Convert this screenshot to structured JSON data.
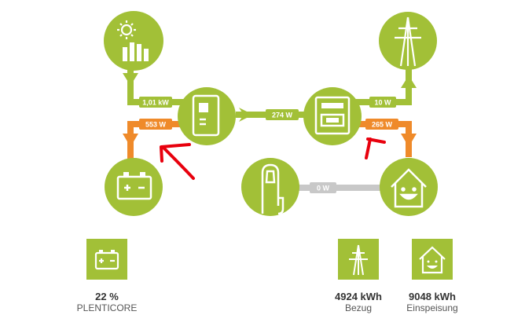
{
  "colors": {
    "green": "#a2c037",
    "orange": "#ef8a2a",
    "gray": "#c8c8c8",
    "annotation_red": "#e8000d"
  },
  "nodes": {
    "solar": {
      "icon": "solar-panel-icon"
    },
    "inverter": {
      "icon": "inverter-icon"
    },
    "meter": {
      "icon": "energy-meter-icon"
    },
    "grid": {
      "icon": "power-pylon-icon"
    },
    "battery": {
      "icon": "battery-icon"
    },
    "ev_charger": {
      "icon": "ev-charger-icon"
    },
    "home": {
      "icon": "home-icon"
    }
  },
  "flows": {
    "solar_to_inverter": "1,01 kW",
    "battery_to_inverter": "553 W",
    "inverter_to_meter": "274 W",
    "meter_to_grid": "10 W",
    "meter_to_home": "265 W",
    "charger_to_home": "0 W"
  },
  "summary": {
    "battery": {
      "value": "22 %",
      "label": "PLENTICORE",
      "icon": "battery-icon"
    },
    "grid_import": {
      "value": "4924 kWh",
      "label": "Bezug",
      "icon": "power-pylon-icon"
    },
    "grid_export": {
      "value": "9048 kWh",
      "label": "Einspeisung",
      "icon": "home-icon"
    }
  }
}
